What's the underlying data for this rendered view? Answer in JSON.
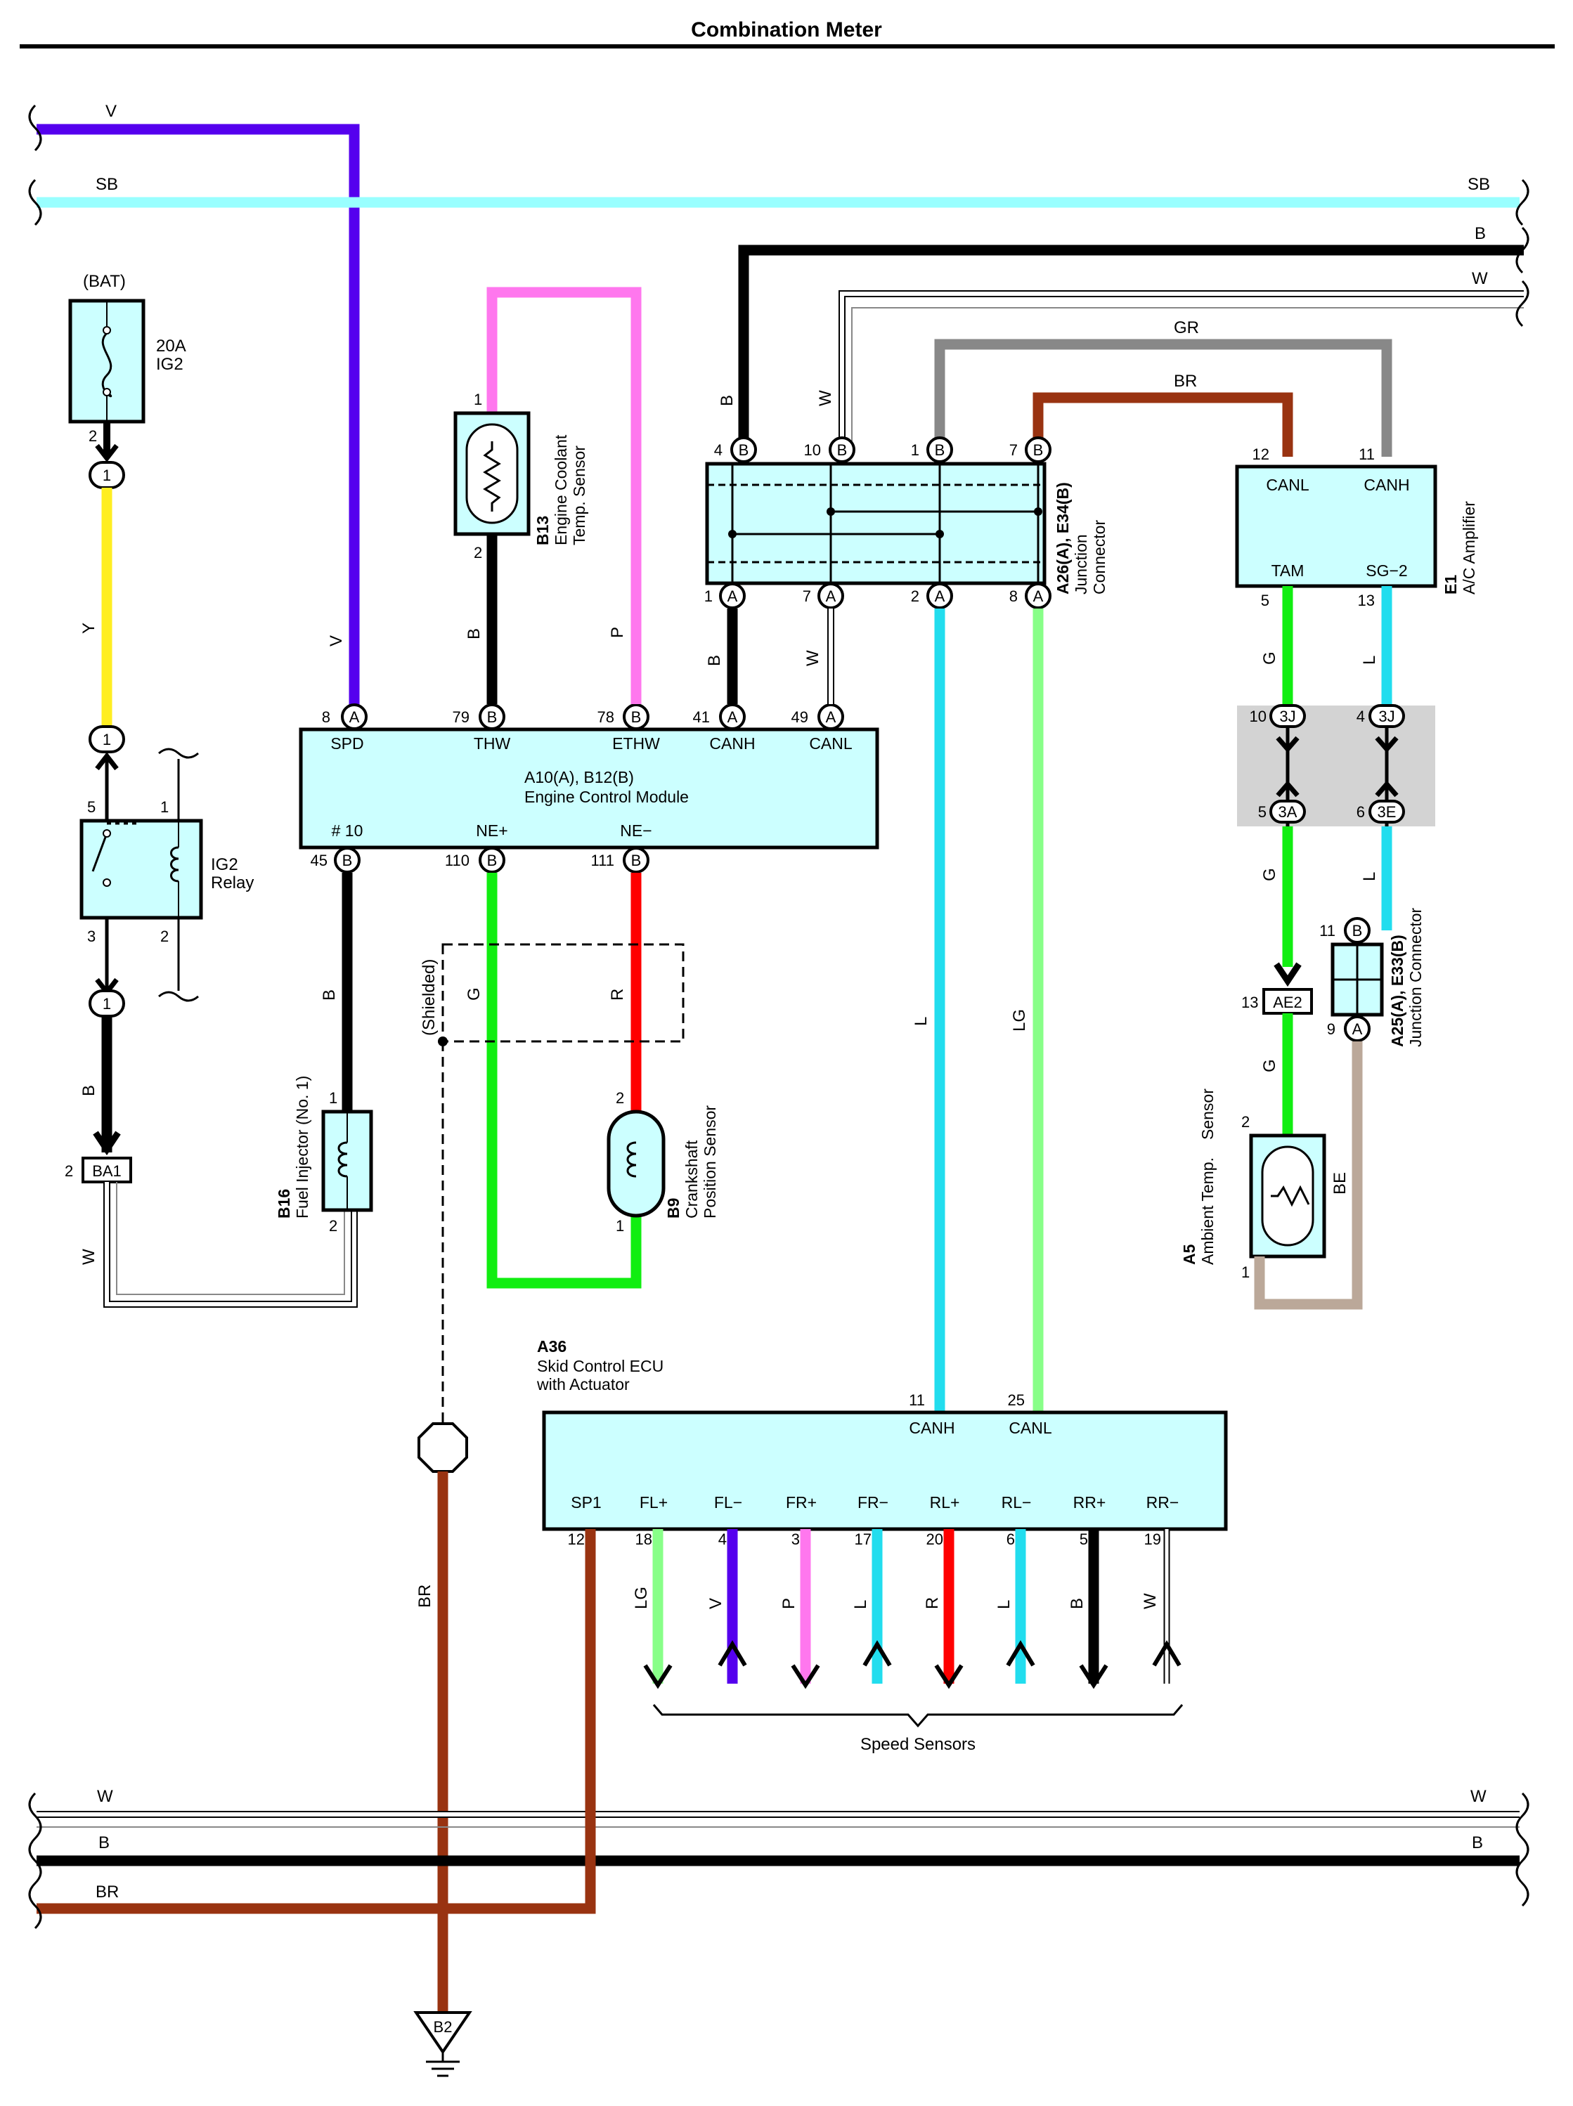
{
  "title": "Combination Meter",
  "colors": {
    "V": "#5500ee",
    "SB": "#99ffff",
    "B": "#000000",
    "W": "#ffffff",
    "GR": "#888888",
    "BR": "#993311",
    "P": "#ff77ee",
    "Y": "#ffee22",
    "G": "#11ee11",
    "R": "#ff0000",
    "L": "#22ddee",
    "LG": "#88ff88",
    "BE": "#bba899",
    "box": "#ccffff",
    "junction": "#d3d3d3"
  },
  "wire_labels": {
    "V": "V",
    "SB": "SB",
    "B": "B",
    "W": "W",
    "GR": "GR",
    "BR": "BR",
    "P": "P",
    "Y": "Y",
    "G": "G",
    "R": "R",
    "L": "L",
    "LG": "LG",
    "BE": "BE"
  },
  "bat": {
    "label": "(BAT)",
    "fuse_rating": "20A",
    "fuse_name": "IG2"
  },
  "relay": {
    "name_line1": "IG2",
    "name_line2": "Relay",
    "pin5": "5",
    "pin1": "1",
    "pin3": "3",
    "pin2": "2"
  },
  "connector_pins": {
    "p1": "1",
    "p2": "2"
  },
  "ba1": {
    "label": "BA1",
    "pin": "2"
  },
  "ecm": {
    "code": "A10(A), B12(B)",
    "name": "Engine Control Module",
    "terminals": {
      "spd": "SPD",
      "thw": "THW",
      "ethw": "ETHW",
      "canh": "CANH",
      "canl": "CANL",
      "t10": "# 10",
      "nep": "NE+",
      "nem": "NE−"
    },
    "pins": {
      "p8": "8",
      "p79": "79",
      "p78": "78",
      "p41": "41",
      "p49": "49",
      "p45": "45",
      "p110": "110",
      "p111": "111"
    }
  },
  "conn_letters": {
    "A": "A",
    "B": "B"
  },
  "b13": {
    "code": "B13",
    "name_line1": "Engine Coolant",
    "name_line2": "Temp. Sensor",
    "pin1": "1",
    "pin2": "2"
  },
  "junction_conn": {
    "code": "A26(A), E34(B)",
    "name_line1": "Junction",
    "name_line2": "Connector",
    "top_pins": [
      "4",
      "10",
      "1",
      "7"
    ],
    "bottom_pins": [
      "1",
      "7",
      "2",
      "8"
    ]
  },
  "ac_amp": {
    "code": "E1",
    "name": "A/C Amplifier",
    "terminals": {
      "canl": "CANL",
      "canh": "CANH",
      "tam": "TAM",
      "sg2": "SG−2"
    },
    "pins": {
      "p12": "12",
      "p11": "11",
      "p5": "5",
      "p13": "13"
    }
  },
  "jblock": {
    "c10": "10",
    "c3j": "3J",
    "c4": "4",
    "c5": "5",
    "c3a": "3A",
    "c6": "6",
    "c3e": "3E"
  },
  "ae2": {
    "label": "AE2",
    "pin": "13"
  },
  "a25": {
    "code": "A25(A), E33(B)",
    "name": "Junction Connector",
    "pin11": "11",
    "pin9": "9"
  },
  "a5": {
    "code": "A5",
    "name_line1": "Ambient Temp.",
    "name_line2": "Sensor",
    "pin2": "2",
    "pin1": "1"
  },
  "shielded": "(Shielded)",
  "b9": {
    "code": "B9",
    "name_line1": "Crankshaft",
    "name_line2": "Position Sensor",
    "pin2": "2",
    "pin1": "1"
  },
  "b16": {
    "code": "B16",
    "name": "Fuel Injector (No. 1)",
    "pin1": "1",
    "pin2": "2"
  },
  "a36": {
    "code": "A36",
    "name_line1": "Skid Control ECU",
    "name_line2": "with Actuator",
    "top_terminals": {
      "canh": "CANH",
      "canl": "CANL",
      "p11": "11",
      "p25": "25"
    },
    "bottom_terminals": [
      "SP1",
      "FL+",
      "FL−",
      "FR+",
      "FR−",
      "RL+",
      "RL−",
      "RR+",
      "RR−"
    ],
    "bottom_pins": [
      "12",
      "18",
      "4",
      "3",
      "17",
      "20",
      "6",
      "5",
      "19"
    ],
    "bottom_wires": [
      "BR",
      "LG",
      "V",
      "P",
      "L",
      "R",
      "L",
      "B",
      "W"
    ]
  },
  "speed_sensors": "Speed Sensors",
  "ground": "B2"
}
